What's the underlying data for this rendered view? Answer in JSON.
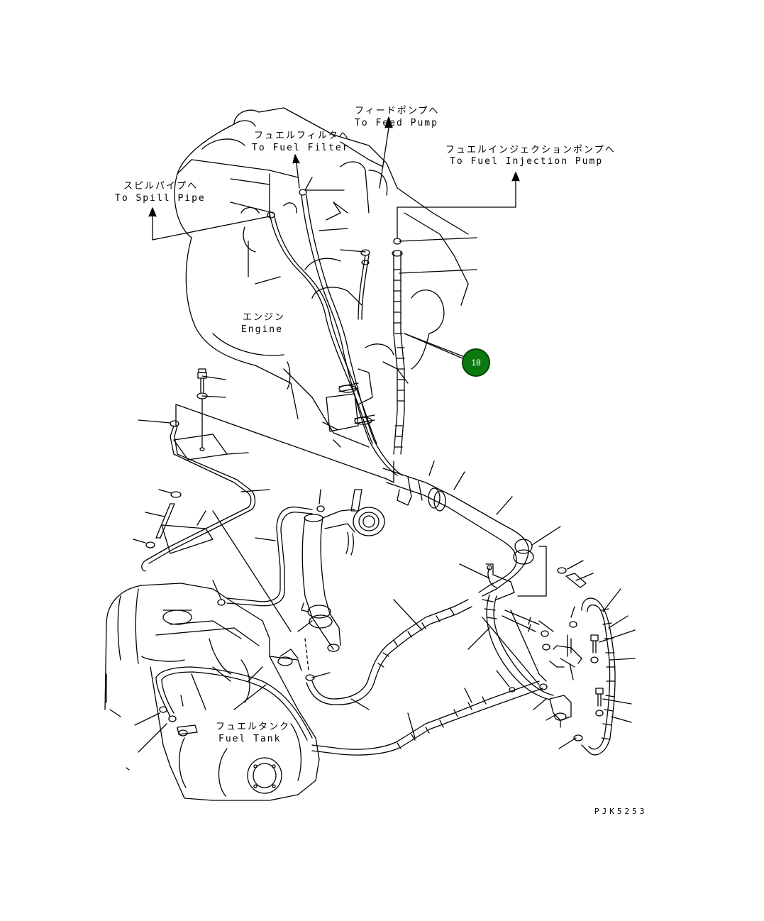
{
  "labels": {
    "feed_pump_jp": "フィードポンプへ",
    "feed_pump_en": "To Feed Pump",
    "fuel_filter_jp": "フュエルフィルタへ",
    "fuel_filter_en": "To Fuel Filter",
    "injection_pump_jp": "フュエルインジェクションポンプへ",
    "injection_pump_en": "To Fuel Injection Pump",
    "spill_pipe_jp": "スピルパイプへ",
    "spill_pipe_en": "To Spill Pipe",
    "engine_jp": "エンジン",
    "engine_en": "Engine",
    "fuel_tank_jp": "フュエルタンク",
    "fuel_tank_en": "Fuel Tank"
  },
  "callout": {
    "number": "18",
    "color": "#0a7a10"
  },
  "drawing_number": "PJK5253",
  "line_color": "#000000"
}
